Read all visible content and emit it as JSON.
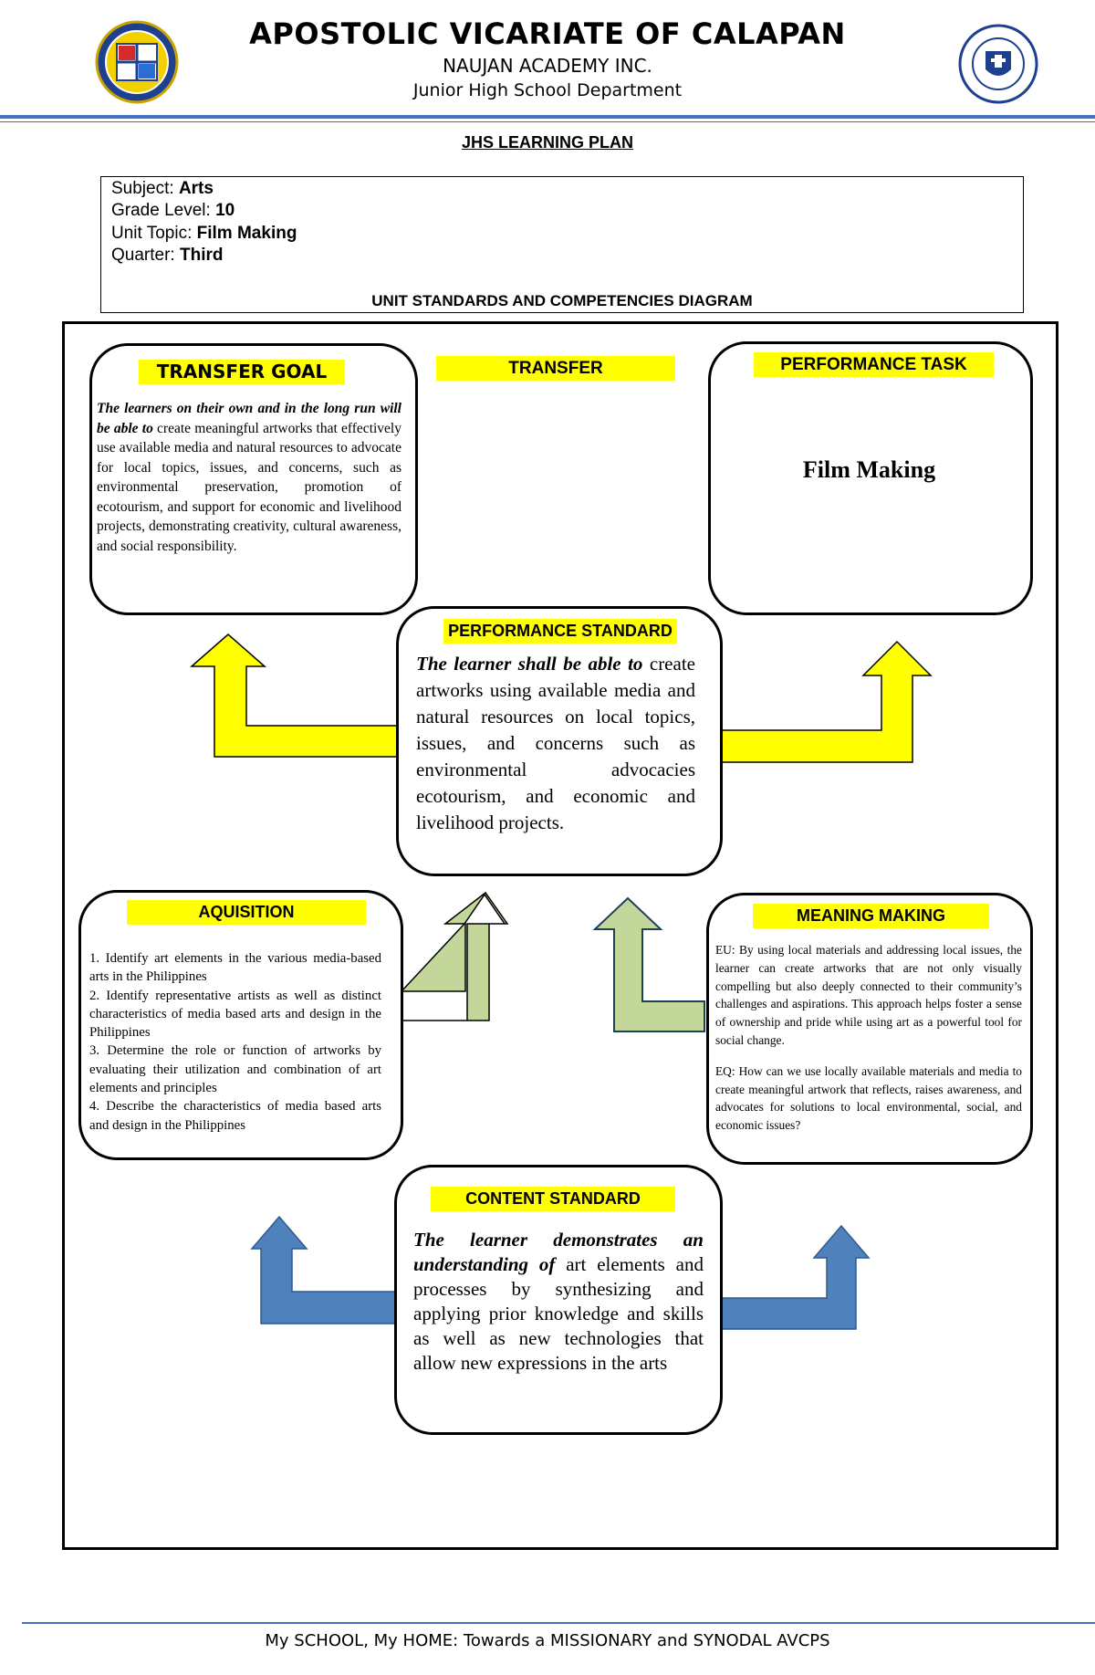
{
  "header": {
    "title": "APOSTOLIC VICARIATE OF CALAPAN",
    "school": "NAUJAN ACADEMY INC.",
    "department": "Junior High School Department",
    "left_logo": "pis-seal-logo",
    "right_logo": "naujan-academy-seal-logo"
  },
  "plan_title": "JHS LEARNING PLAN",
  "info": {
    "subject_label": "Subject: ",
    "subject": "Arts",
    "grade_label": "Grade Level: ",
    "grade": "10",
    "unit_label": "Unit Topic: ",
    "unit": "Film Making",
    "quarter_label": "Quarter: ",
    "quarter": "Third"
  },
  "diagram_title": "UNIT STANDARDS AND COMPETENCIES DIAGRAM",
  "transfer": {
    "label": "TRANSFER",
    "goal_label": "TRANSFER GOAL",
    "goal_lead": "The learners on their own and in the long run will be able to",
    "goal_text": " create meaningful artworks that effectively use available media and natural resources to advocate for local topics, issues, and concerns, such as environmental preservation, promotion of ecotourism, and support for economic and livelihood projects, demonstrating creativity, cultural awareness, and social responsibility."
  },
  "performance_task": {
    "label": "PERFORMANCE TASK",
    "text": "Film Making"
  },
  "performance_standard": {
    "label": "PERFORMANCE STANDARD",
    "lead": "The learner shall be able to",
    "text": " create artworks using available media and natural resources on local topics, issues, and concerns such as environmental advocacies ecotourism, and economic and livelihood projects."
  },
  "acquisition": {
    "label": "AQUISITION",
    "items": [
      "1. Identify art elements in the various media-based arts in the Philippines",
      "2. Identify representative artists as well as distinct characteristics of media based arts and design in the Philippines",
      "3. Determine the role or function of artworks by evaluating their utilization and combination of art elements and principles",
      "4. Describe the characteristics of media based arts and design in the Philippines"
    ]
  },
  "meaning_making": {
    "label": "MEANING MAKING",
    "eu": "EU: By using local materials and addressing local issues, the learner can create artworks that are not only visually compelling but also deeply connected to their community’s challenges and aspirations. This approach helps foster a sense of ownership and pride while using art as a powerful tool for social change.",
    "eq": "EQ: How can we use locally available materials and media to create meaningful artwork that reflects, raises awareness, and advocates for solutions to local environmental, social, and economic issues?"
  },
  "content_standard": {
    "label": "CONTENT STANDARD",
    "lead": "The learner demonstrates an understanding of",
    "text": " art elements and processes by synthesizing and applying prior knowledge and skills as well as new technologies that allow new expressions in the arts"
  },
  "colors": {
    "yellow_label": "#ffff00",
    "yellow_arrow": "#ffff00",
    "green_arrow": "#c4d79b",
    "blue_arrow": "#4f81bd",
    "header_line": "#4472c4"
  },
  "footer": {
    "text": "My SCHOOL, My HOME: Towards a MISSIONARY and SYNODAL AVCPS"
  }
}
